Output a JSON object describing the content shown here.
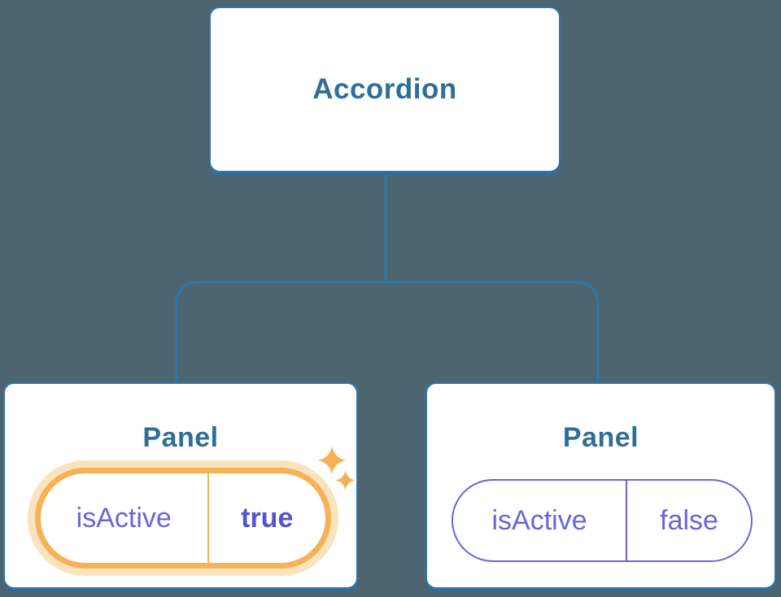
{
  "colors": {
    "background": "#4D6570",
    "box_fill": "#FFFFFF",
    "box_border": "#3076A6",
    "box_border_bottom": "#2B6D9C",
    "heading_text": "#2F6E96",
    "prop_text": "#6866D6",
    "prop_value_active": "#5753CF",
    "highlight": "#F5B257",
    "highlight_halo": "#FAE4BE",
    "highlight_divider": "#EFB163",
    "sparkle": "#F5B152"
  },
  "diagram": {
    "root": {
      "label": "Accordion"
    },
    "children": [
      {
        "label": "Panel",
        "prop_name": "isActive",
        "prop_value": "true",
        "active": true
      },
      {
        "label": "Panel",
        "prop_name": "isActive",
        "prop_value": "false",
        "active": false
      }
    ]
  }
}
